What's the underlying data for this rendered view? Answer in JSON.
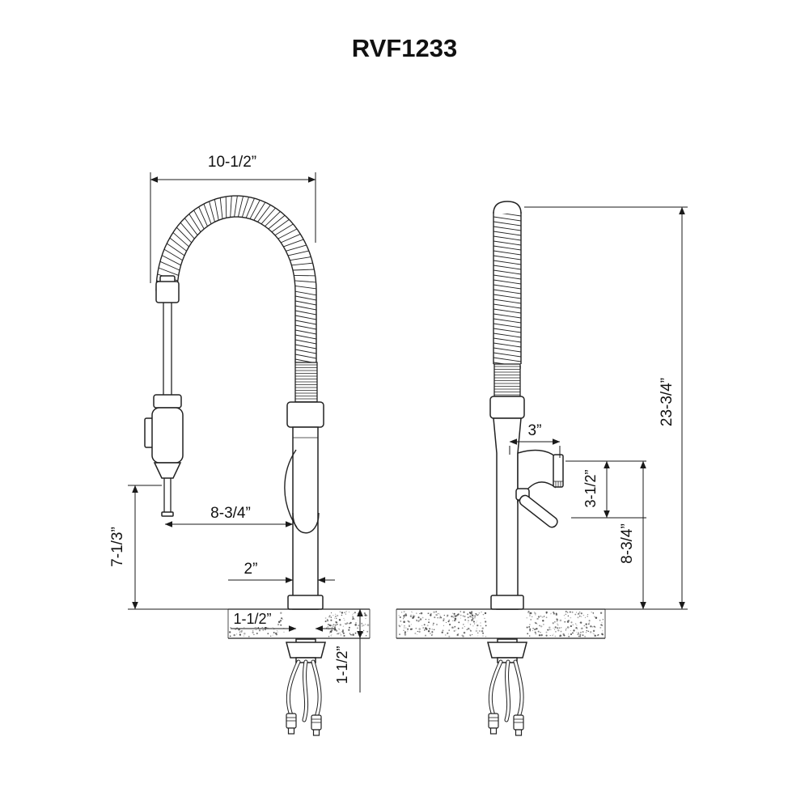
{
  "title": "RVF1233",
  "dimensions": {
    "top_width": "10-1/2”",
    "spray_clearance": "7-1/3”",
    "spray_reach": "8-3/4”",
    "body_width": "2”",
    "shank_width": "1-1/2”",
    "deck_thickness": "1-1/2”",
    "spout_reach": "3”",
    "handle_drop": "3-1/2”",
    "spout_height": "8-3/4”",
    "overall_height": "23-3/4”"
  }
}
